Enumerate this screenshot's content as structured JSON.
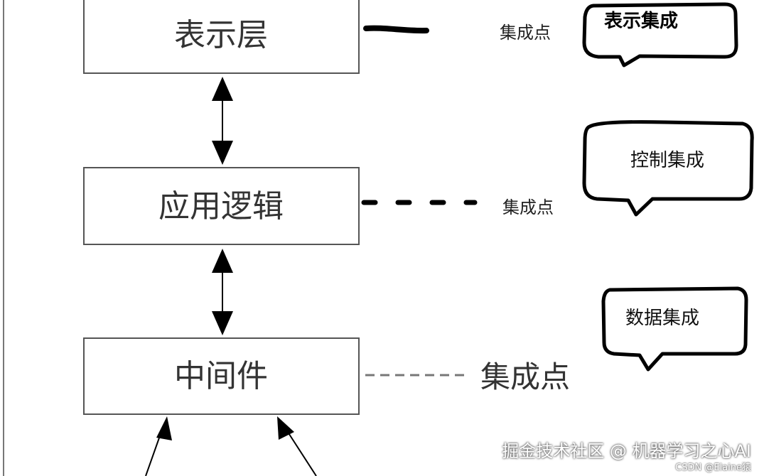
{
  "layers": [
    {
      "label": "表示层"
    },
    {
      "label": "应用逻辑"
    },
    {
      "label": "中间件"
    }
  ],
  "integration_points": [
    {
      "label": "集成点"
    },
    {
      "label": "集成点"
    },
    {
      "label": "集成点"
    }
  ],
  "bubbles": [
    {
      "label": "表示集成"
    },
    {
      "label": "控制集成"
    },
    {
      "label": "数据集成"
    }
  ],
  "watermark": {
    "main": "掘金技术社区 @ 机器学习之心AI",
    "sub": "CSDN @Elaine猿"
  }
}
